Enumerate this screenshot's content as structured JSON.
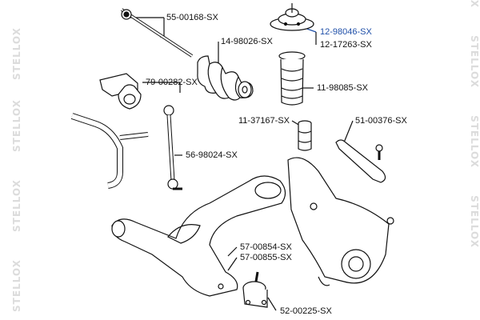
{
  "watermark": {
    "text": "STELLOX"
  },
  "colors": {
    "highlight": "#1f4fa8",
    "line": "#111111",
    "watermark": "#dcdcdc"
  },
  "parts": [
    {
      "id": "p01",
      "text": "55-00168-SX"
    },
    {
      "id": "p02",
      "text": "12-98046-SX",
      "highlight": true
    },
    {
      "id": "p03",
      "text": "12-17263-SX"
    },
    {
      "id": "p04",
      "text": "14-98026-SX"
    },
    {
      "id": "p05",
      "text": "79-00282-SX"
    },
    {
      "id": "p06",
      "text": "11-98085-SX"
    },
    {
      "id": "p07",
      "text": "11-37167-SX"
    },
    {
      "id": "p08",
      "text": "51-00376-SX"
    },
    {
      "id": "p09",
      "text": "56-98024-SX"
    },
    {
      "id": "p10",
      "text": "57-00854-SX"
    },
    {
      "id": "p11",
      "text": "57-00855-SX"
    },
    {
      "id": "p12",
      "text": "52-00225-SX"
    }
  ]
}
